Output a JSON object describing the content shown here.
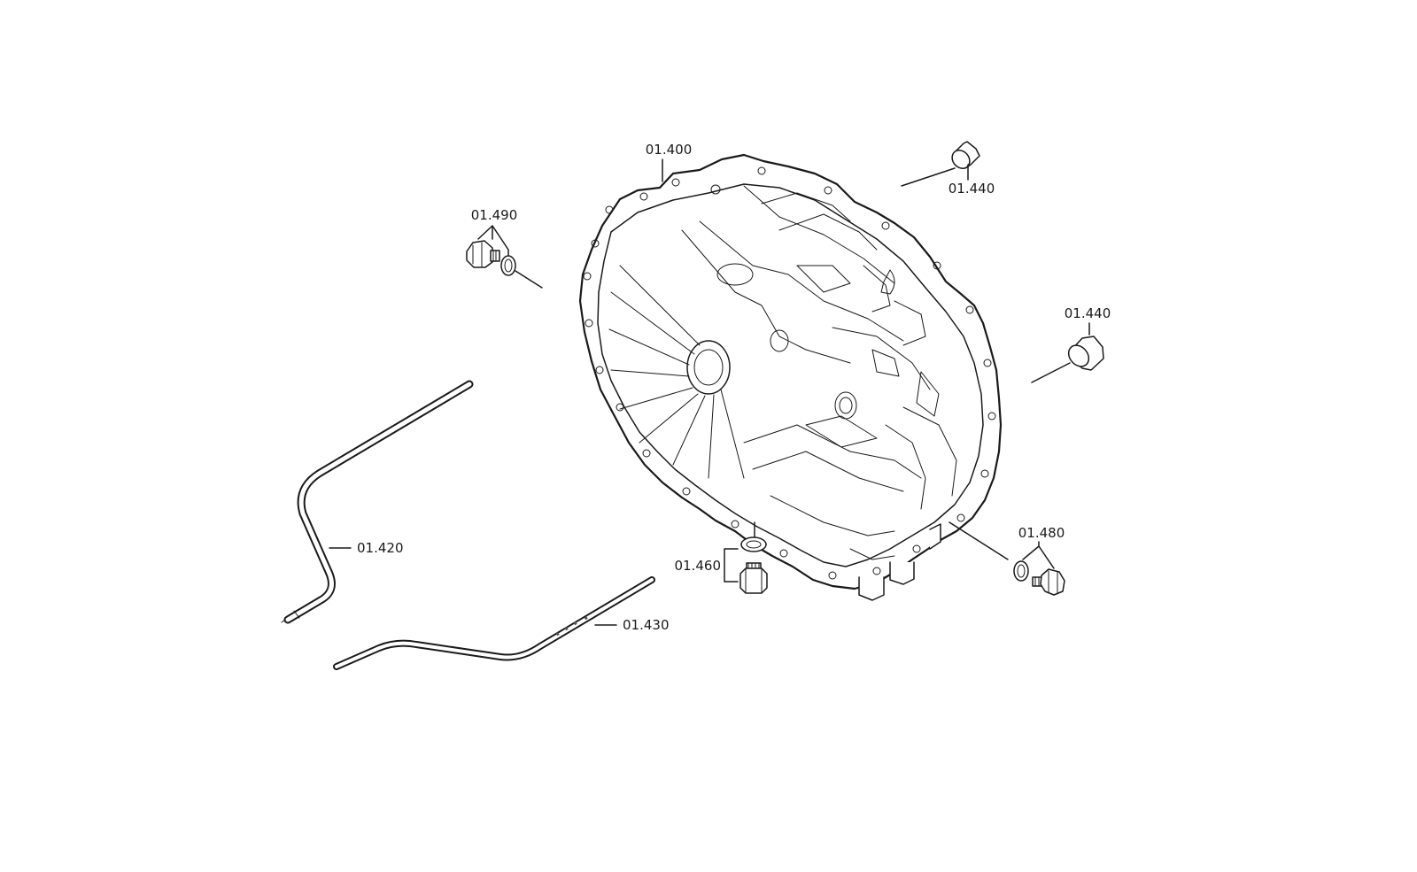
{
  "parts": [
    {
      "key": "housing",
      "number": "01.400",
      "description": "Housing"
    },
    {
      "key": "tube_left",
      "number": "01.420",
      "description": "Tube"
    },
    {
      "key": "tube_bottom",
      "number": "01.430",
      "description": "Tube"
    },
    {
      "key": "sleeve_top",
      "number": "01.440",
      "description": "Sleeve"
    },
    {
      "key": "sleeve_right",
      "number": "01.440",
      "description": "Sleeve"
    },
    {
      "key": "drain_plug",
      "number": "01.460",
      "description": "Plug with seal ring"
    },
    {
      "key": "plug_right",
      "number": "01.480",
      "description": "Plug with seal ring"
    },
    {
      "key": "plug_left",
      "number": "01.490",
      "description": "Plug with seal ring"
    }
  ]
}
